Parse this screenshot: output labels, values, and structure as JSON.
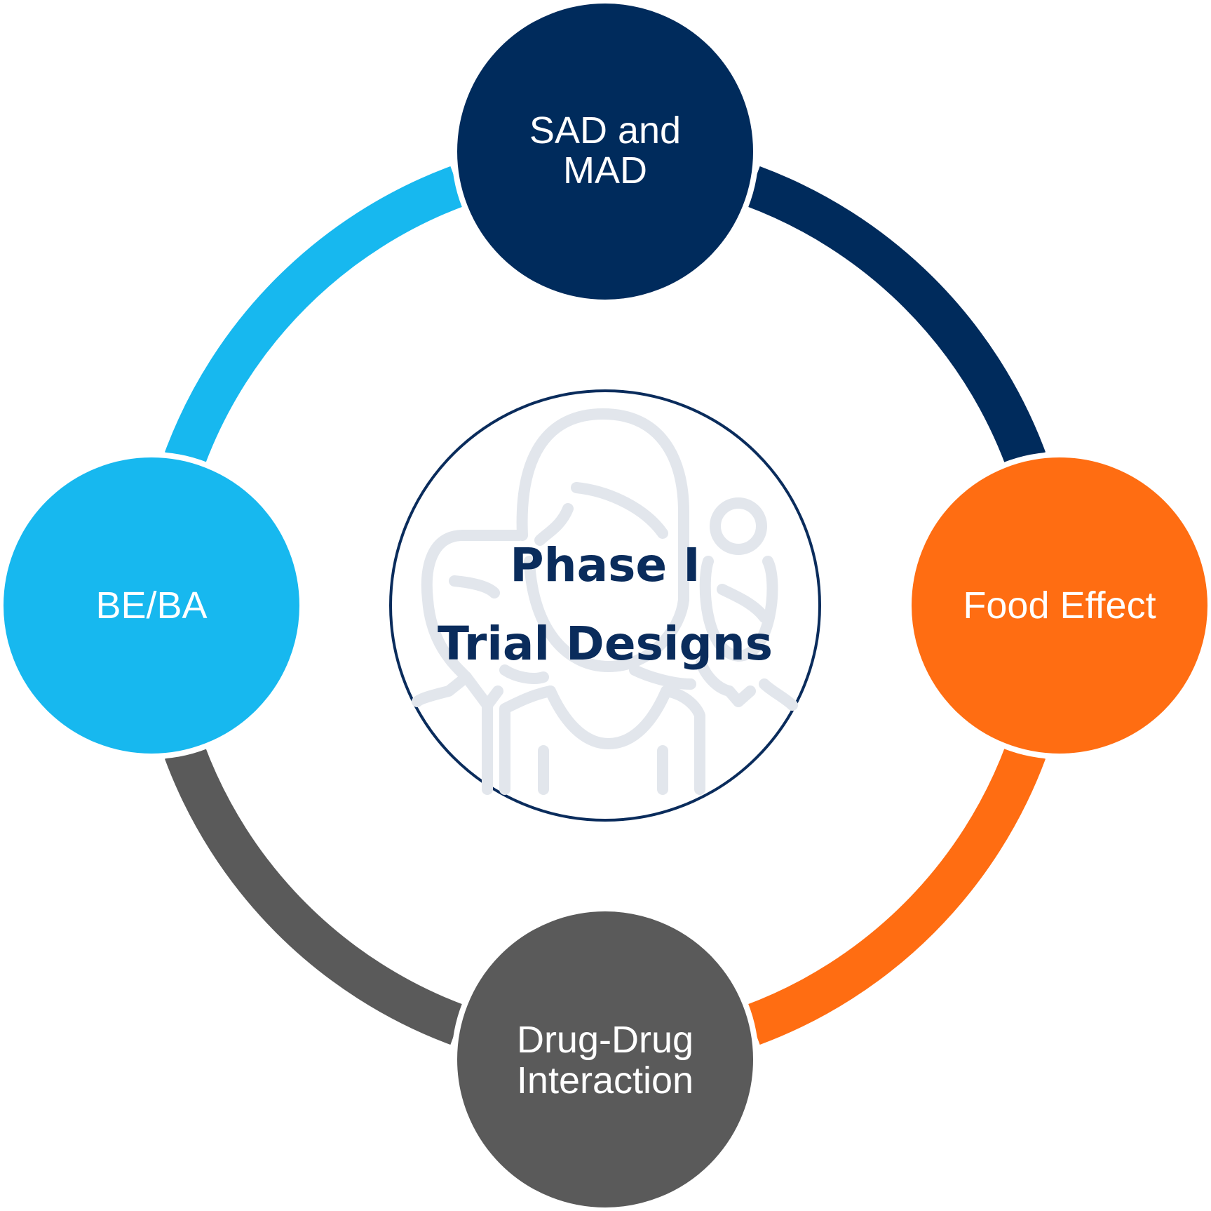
{
  "diagram": {
    "center": {
      "line1": "Phase I",
      "line2": "Trial Designs",
      "text_color": "#0a2c5c",
      "border_color": "#0a2c5c",
      "icon": "people-group-icon"
    },
    "nodes": {
      "top": {
        "line1": "SAD and",
        "line2": "MAD",
        "color": "#002b5c"
      },
      "right": {
        "label": "Food Effect",
        "color": "#ff6d12"
      },
      "bottom": {
        "line1": "Drug-Drug",
        "line2": "Interaction",
        "color": "#5a5a5a"
      },
      "left": {
        "label": "BE/BA",
        "color": "#17b8ef"
      }
    },
    "arcs": {
      "top_right": "#002b5c",
      "right_bottom": "#ff6d12",
      "bottom_left": "#5a5a5a",
      "left_top": "#17b8ef"
    },
    "icon_color": "#e2e6ec"
  }
}
